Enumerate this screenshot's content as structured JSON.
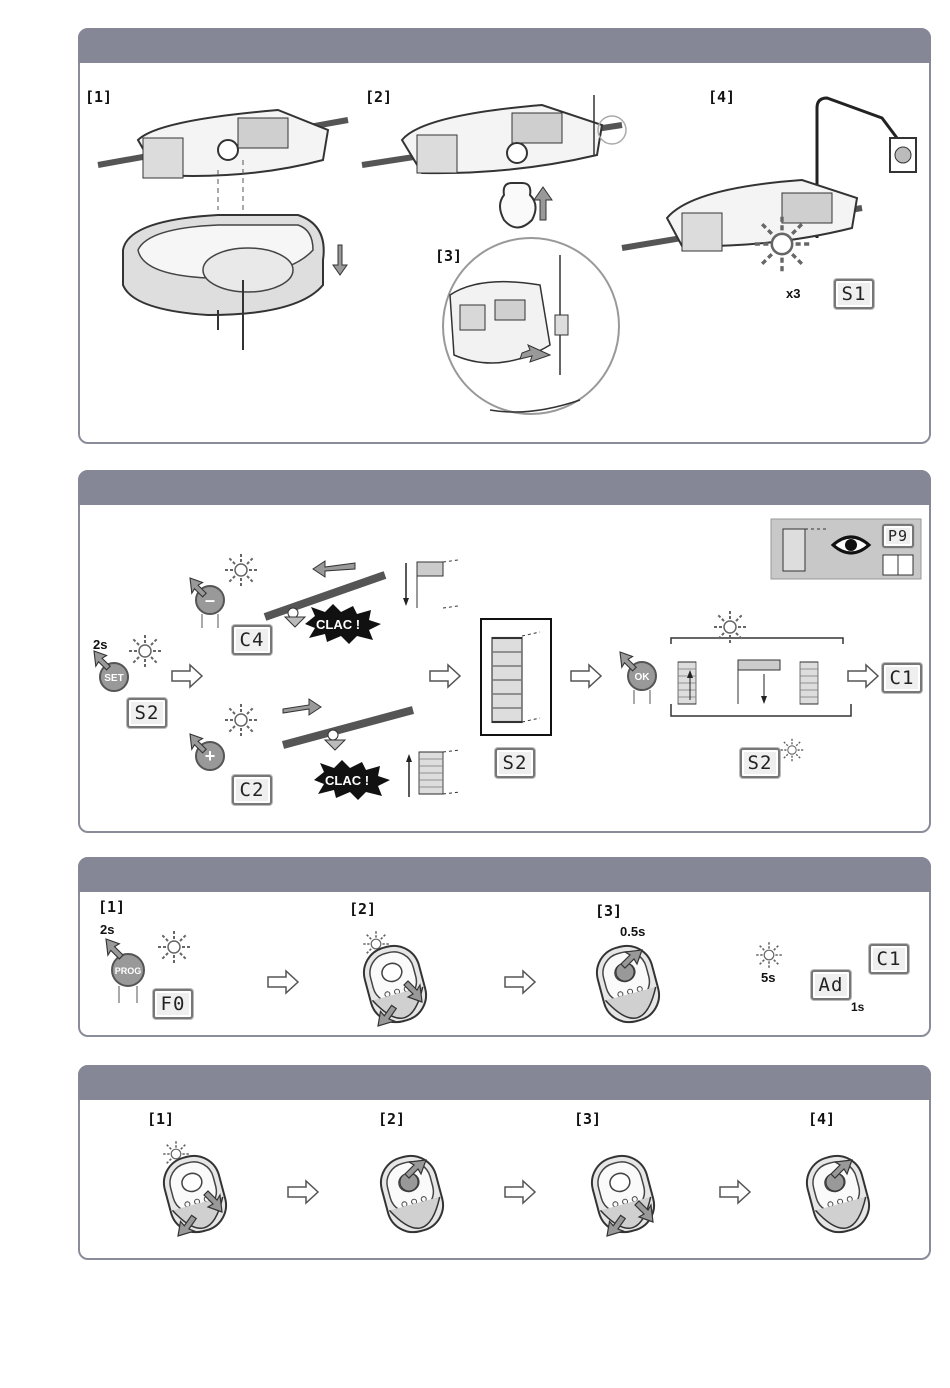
{
  "panel1": {
    "steps": [
      "[1]",
      "[2]",
      "[3]",
      "[4]"
    ],
    "flash_count": "x3",
    "display": "S1"
  },
  "panel2": {
    "hold_time": "2s",
    "set_button": "SET",
    "minus_button": "–",
    "plus_button": "+",
    "ok_button": "OK",
    "clac": "CLAC !",
    "displays": {
      "after_set": "S2",
      "minus": "C4",
      "plus": "C2",
      "door": "S2",
      "cycle": "S2",
      "final": "C1",
      "ref": "P9"
    }
  },
  "panel3": {
    "steps": [
      "[1]",
      "[2]",
      "[3]"
    ],
    "hold_time": "2s",
    "prog_button": "PROG",
    "press_time": "0.5s",
    "wait_time": "5s",
    "display_time": "1s",
    "displays": {
      "prog": "F0",
      "ad": "Ad",
      "final": "C1"
    }
  },
  "panel4": {
    "steps": [
      "[1]",
      "[2]",
      "[3]",
      "[4]"
    ]
  },
  "icons": [
    "light-bulb-icon",
    "eye-icon",
    "manual-book-icon",
    "arrow-right-icon",
    "press-arrow-icon",
    "remote-control-icon",
    "door-icon"
  ]
}
